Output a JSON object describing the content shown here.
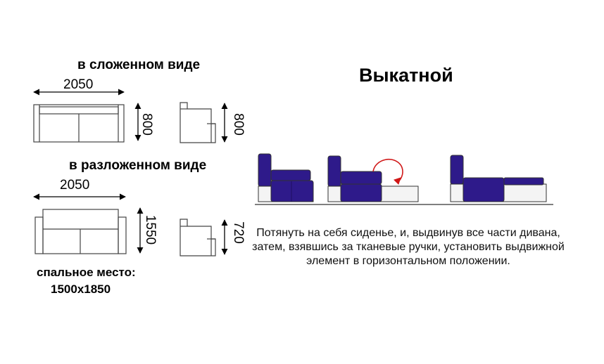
{
  "folded": {
    "heading": "в сложенном виде",
    "width": "2050",
    "depth_front": "800",
    "depth_side": "800"
  },
  "unfolded": {
    "heading": "в разложенном виде",
    "width": "2050",
    "length": "1550",
    "side_height": "720"
  },
  "sleeping_place": {
    "label": "спальное место:",
    "size": "1500x1850"
  },
  "mechanism": {
    "title": "Выкатной",
    "instructions": "Потянуть на себя сиденье, и, выдвинув все части дивана, затем, взявшись за тканевые ручки, установить выдвижной элемент в горизонтальном положении."
  },
  "colors": {
    "upholstery": "#2e1a8a",
    "upholstery_dark": "#1d0f63",
    "outline": "#333333",
    "frame": "#f4f4f4"
  }
}
